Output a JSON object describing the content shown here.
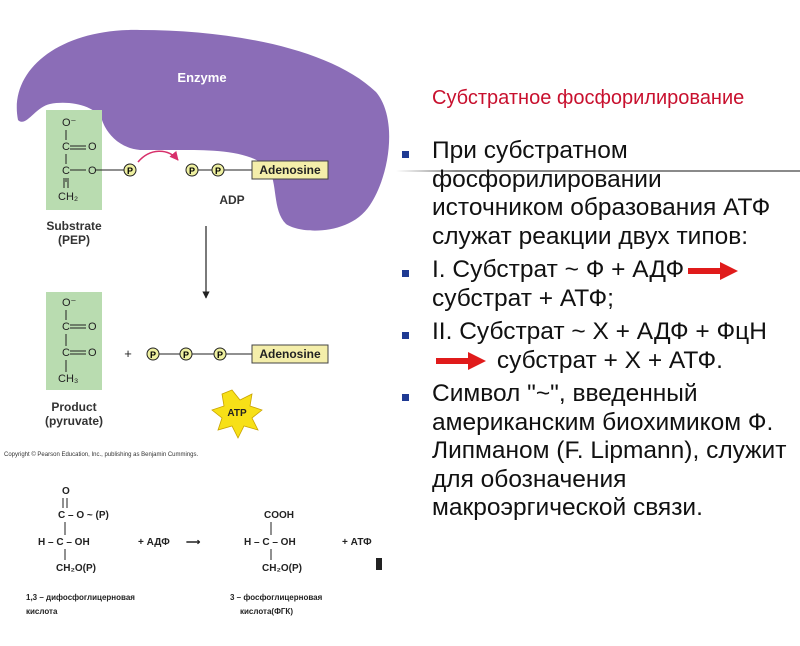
{
  "slide": {
    "title": "Субстратное фосфорилирование",
    "bullets": [
      {
        "text": "При субстратном фосфорилировании источником образования АТФ служат реакции двух типов:"
      },
      {
        "before": "I. Субстрат ~ Ф + АДФ",
        "after": "субстрат + АТФ;"
      },
      {
        "before": "II. Субстрат ~ Х + АДФ + ФцН",
        "after": "субстрат + Х + АТФ."
      },
      {
        "text": "Символ \"~\", введенный американским биохимиком Ф. Липманом (F. Lipmann), служит для обозначения макроэргической связи."
      }
    ]
  },
  "figure": {
    "enzyme_label": "Enzyme",
    "substrate_label": "Substrate",
    "substrate_sublabel": "(PEP)",
    "adp_label": "ADP",
    "adenosine_label": "Adenosine",
    "phosphate_label": "P",
    "product_label": "Product",
    "product_sublabel": "(pyruvate)",
    "atp_label": "ATP",
    "copyright": "Copyright © Pearson Education, Inc., publishing as Benjamin Cummings.",
    "pep": {
      "o_minus": "O⁻",
      "c1": "C",
      "c2": "C",
      "o1": "O",
      "o2": "O",
      "ch2": "CH₂"
    },
    "pyruvate": {
      "o_minus": "O⁻",
      "c1": "C",
      "c2": "C",
      "o1": "O",
      "o2": "O",
      "ch3": "CH₃"
    },
    "plus": "+"
  },
  "reaction": {
    "left_o": "O",
    "left_row1": "C – O ~ (P)",
    "left_row2": "H – C – OH",
    "left_row3": "CH₂O(P)",
    "plus_adp": "+ АДФ",
    "arrow": "⟶",
    "right_top": "COOH",
    "right_row2": "H – C – OH",
    "right_row3": "CH₂O(P)",
    "plus_atp": "+ АТФ",
    "left_name_1": "1,3 – дифосфоглицерновая",
    "left_name_2": "кислота",
    "right_name_1": "3 – фосфоглицерновая",
    "right_name_2": "кислота(ФГК)"
  },
  "colors": {
    "enzyme": "#8b6db7",
    "substrate_box": "#b9dcb0",
    "adenosine_box": "#f4eeaa",
    "phosphate": "#eef0a0",
    "atp_star": "#f7e017",
    "title": "#c8102e",
    "red_arrow": "#e01b1b",
    "bullet": "#1f3a93"
  }
}
